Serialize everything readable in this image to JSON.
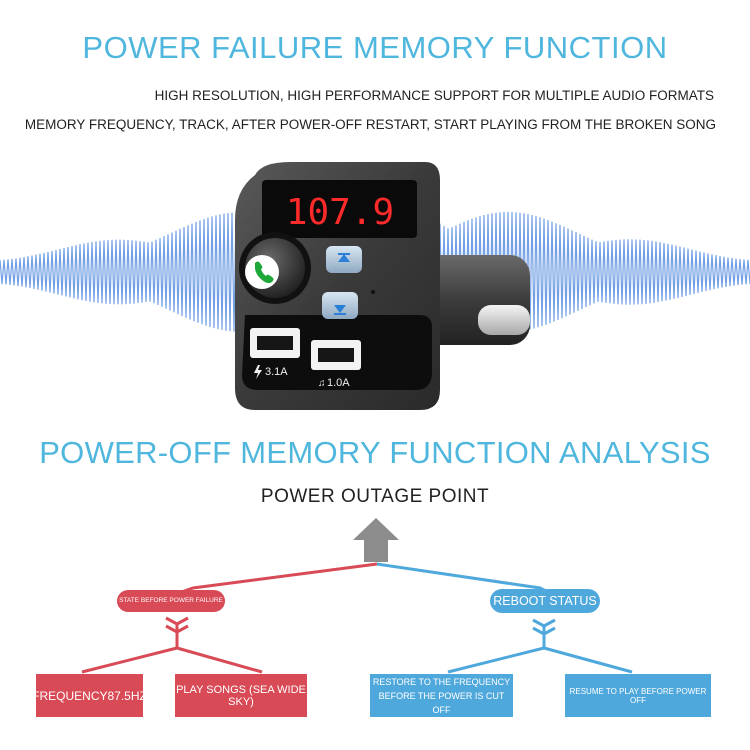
{
  "header": {
    "title": "POWER FAILURE MEMORY FUNCTION",
    "line1": "HIGH RESOLUTION, HIGH PERFORMANCE SUPPORT FOR MULTIPLE AUDIO FORMATS",
    "line2": "MEMORY FREQUENCY, TRACK, AFTER POWER-OFF RESTART, START PLAYING FROM THE BROKEN SONG"
  },
  "device": {
    "display": "107.9",
    "usb1_label": "3.1A",
    "usb2_label": "1.0A",
    "icons": [
      "phone-icon",
      "up-arrow-icon",
      "down-arrow-icon",
      "lightning-icon",
      "music-note-icon"
    ]
  },
  "analysis": {
    "title": "POWER-OFF MEMORY FUNCTION ANALYSIS",
    "outage_point": "POWER OUTAGE POINT",
    "state_before": "STATE BEFORE POWER FAILURE",
    "reboot_status": "REBOOT STATUS",
    "frequency": "FREQUENCY87.5HZ",
    "play_songs": "PLAY SONGS (SEA WIDE SKY)",
    "restore_line1": "RESTORE TO THE FREQUENCY",
    "restore_line2": "BEFORE THE POWER IS CUT OFF",
    "resume": "RESUME TO PLAY BEFORE POWER OFF"
  },
  "colors": {
    "title_blue": "#4fb6dd",
    "red": "#d84a55",
    "blue": "#4fa8dc",
    "wave": "#5b8fe0",
    "lcd_red": "#ff2a2a",
    "arrow_gray": "#8c8c8c"
  }
}
